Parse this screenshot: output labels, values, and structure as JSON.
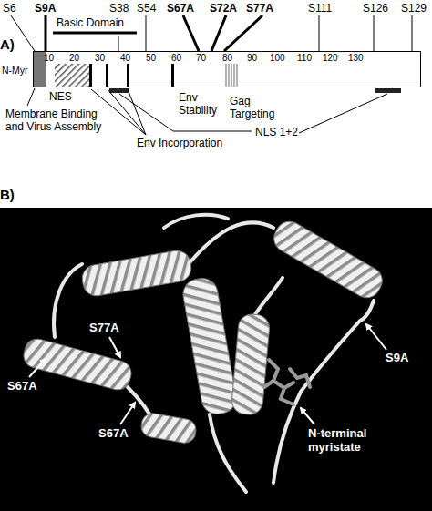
{
  "diagram": {
    "nodes": [
      {
        "text": [
          "10",
          "20",
          "30",
          "40",
          "50",
          "60",
          "70",
          "80",
          "90",
          "100",
          "110",
          "120",
          "130"
        ]
      }
    ],
    "labels": [
      "A)",
      "S6",
      "S9A",
      "S38",
      "S54",
      "S67A",
      "S72A",
      "S77A",
      "S111",
      "S126",
      "S129",
      "Basic Domain",
      "N-Myr",
      "NES",
      "Env Stability",
      "Gag Targeting",
      "Membrane Binding and Virus Assembly",
      "Env Incorporation",
      "NLS 1+2",
      "B)",
      "S77A",
      "S67A",
      "S67A",
      "S9A",
      "N-terminal myristate"
    ]
  }
}
